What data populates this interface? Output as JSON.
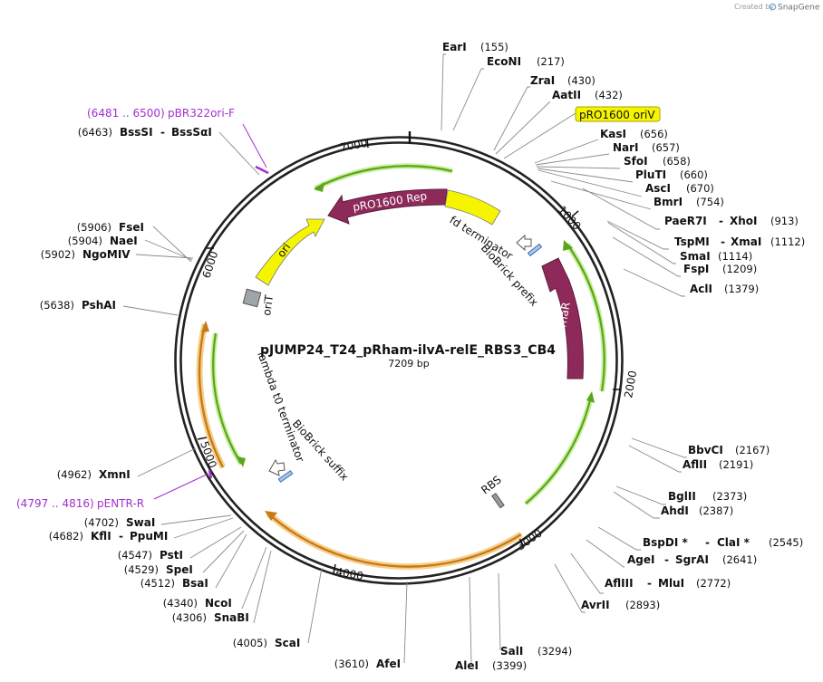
{
  "credit": {
    "prefix": "Created by",
    "brand": "SnapGene"
  },
  "plasmid": {
    "name": "pJUMP24_T24_pRham-ilvA-relE_RBS3_CB4",
    "length_label": "7209 bp"
  },
  "ticks": [
    {
      "label": "1000"
    },
    {
      "label": "2000"
    },
    {
      "label": "3000"
    },
    {
      "label": "4000"
    },
    {
      "label": "5000"
    },
    {
      "label": "6000"
    },
    {
      "label": "7000"
    }
  ],
  "features": {
    "pro1600_rep": "pRO1600 Rep",
    "fd_terminator": "fd terminator",
    "biobrick_prefix": "BioBrick prefix",
    "rhar": "rhaR",
    "rbs": "RBS",
    "lambda_t0": "lambda t0 terminator",
    "biobrick_suffix": "BioBrick suffix",
    "ori": "ori",
    "orit": "oriT",
    "pro1600_oriv": "pRO1600 oriV"
  },
  "primers": [
    {
      "range": "(6481 .. 6500)",
      "name": "pBR322ori-F"
    },
    {
      "range": "(4797 .. 4816)",
      "name": "pENTR-R"
    }
  ],
  "sites_right": [
    {
      "name": "EarI",
      "pos": "(155)"
    },
    {
      "name": "EcoNI",
      "pos": "(217)"
    },
    {
      "name": "ZraI",
      "pos": "(430)"
    },
    {
      "name": "AatII",
      "pos": "(432)"
    },
    {
      "name": "KasI",
      "pos": "(656)"
    },
    {
      "name": "NarI",
      "pos": "(657)"
    },
    {
      "name": "SfoI",
      "pos": "(658)"
    },
    {
      "name": "PluTI",
      "pos": "(660)"
    },
    {
      "name": "AscI",
      "pos": "(670)"
    },
    {
      "name": "BmrI",
      "pos": "(754)"
    },
    {
      "name": "PaeR7I",
      "name2": "XhoI",
      "pos": "(913)"
    },
    {
      "name": "TspMI",
      "name2": "XmaI",
      "pos": "(1112)"
    },
    {
      "name": "SmaI",
      "pos": "(1114)"
    },
    {
      "name": "FspI",
      "pos": "(1209)"
    },
    {
      "name": "AclI",
      "pos": "(1379)"
    },
    {
      "name": "BbvCI",
      "pos": "(2167)"
    },
    {
      "name": "AflII",
      "pos": "(2191)"
    },
    {
      "name": "BglII",
      "pos": "(2373)"
    },
    {
      "name": "AhdI",
      "pos": "(2387)"
    },
    {
      "name": "BspDI *",
      "name2": "ClaI *",
      "pos": "(2545)"
    },
    {
      "name": "AgeI",
      "name2": "SgrAI",
      "pos": "(2641)"
    },
    {
      "name": "AflIII",
      "name2": "MluI",
      "pos": "(2772)"
    },
    {
      "name": "AvrII",
      "pos": "(2893)"
    },
    {
      "name": "SalI",
      "pos": "(3294)"
    },
    {
      "name": "AleI",
      "pos": "(3399)"
    }
  ],
  "sites_left": [
    {
      "name": "AfeI",
      "pos": "(3610)"
    },
    {
      "name": "ScaI",
      "pos": "(4005)"
    },
    {
      "name": "SnaBI",
      "pos": "(4306)"
    },
    {
      "name": "NcoI",
      "pos": "(4340)"
    },
    {
      "name": "BsaI",
      "pos": "(4512)"
    },
    {
      "name": "SpeI",
      "pos": "(4529)"
    },
    {
      "name": "PstI",
      "pos": "(4547)"
    },
    {
      "name": "KflI",
      "name2": "PpuMI",
      "pos": "(4682)"
    },
    {
      "name": "SwaI",
      "pos": "(4702)"
    },
    {
      "name": "XmnI",
      "pos": "(4962)"
    },
    {
      "name": "PshAI",
      "pos": "(5638)"
    },
    {
      "name": "NgoMIV",
      "pos": "(5902)"
    },
    {
      "name": "NaeI",
      "pos": "(5904)"
    },
    {
      "name": "FseI",
      "pos": "(5906)"
    },
    {
      "name": "BssSI",
      "name2": "BssSαI",
      "pos": "(6463)"
    }
  ],
  "colors": {
    "backbone": "#222222",
    "rep_arrow": "#8e2a5a",
    "ori_yellow": "#f5f500",
    "green_arrow": "#5aa51c",
    "green_glow": "#c9ef9e",
    "orange_arrow": "#c77a1a",
    "orange_glow": "#f6d08a",
    "primer": "#a32fcf",
    "site_line": "#8a8a8a"
  }
}
